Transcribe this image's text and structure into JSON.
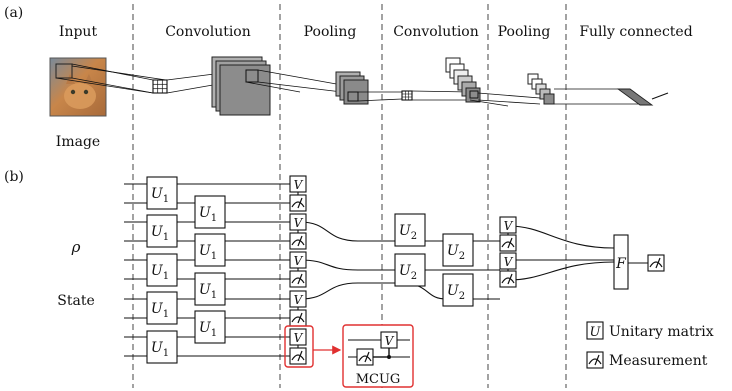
{
  "panel_a": {
    "label": "(a)",
    "stages": [
      "Input",
      "Convolution",
      "Pooling",
      "Convolution",
      "Pooling",
      "Fully connected"
    ],
    "image_caption": "Image"
  },
  "panel_b": {
    "label": "(b)",
    "rho": "ρ",
    "state": "State",
    "U1": "U",
    "U1_sub": "1",
    "U2": "U",
    "U2_sub": "2",
    "F": "F",
    "V": "V",
    "mcug": "MCUG",
    "legend": {
      "unitary_symbol": "U",
      "unitary": "Unitary matrix",
      "measurement": "Measurement"
    }
  },
  "colors": {
    "highlight": "#e03030",
    "map_gray": "#8c8c8c",
    "fc_gray": "#777777"
  }
}
